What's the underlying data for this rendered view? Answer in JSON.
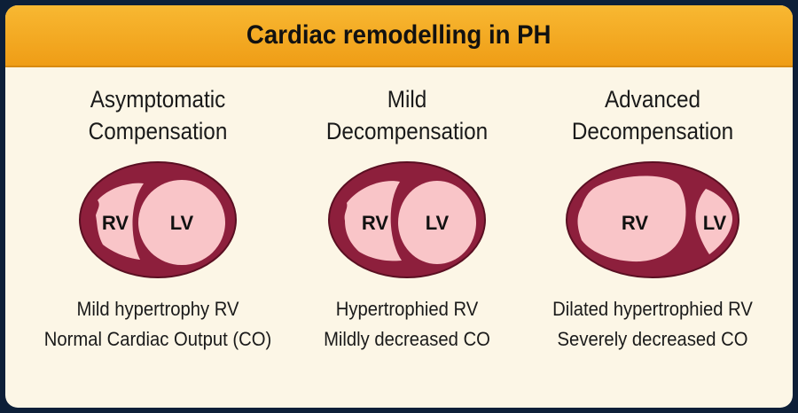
{
  "title": "Cardiac remodelling in PH",
  "colors": {
    "banner": "#f5ab22",
    "background": "#fcf6e6",
    "myocardium": "#8d1f3c",
    "chamber": "#f9c5c8",
    "frame": "#0d1f38"
  },
  "stages": [
    {
      "title_line1": "Asymptomatic",
      "title_line2": "Compensation",
      "rv_label": "RV",
      "lv_label": "LV",
      "desc_line1": "Mild hypertrophy RV",
      "desc_line2": "Normal Cardiac Output (CO)"
    },
    {
      "title_line1": "Mild",
      "title_line2": "Decompensation",
      "rv_label": "RV",
      "lv_label": "LV",
      "desc_line1": "Hypertrophied RV",
      "desc_line2": "Mildly decreased CO"
    },
    {
      "title_line1": "Advanced",
      "title_line2": "Decompensation",
      "rv_label": "RV",
      "lv_label": "LV",
      "desc_line1": "Dilated hypertrophied RV",
      "desc_line2": "Severely decreased CO"
    }
  ]
}
